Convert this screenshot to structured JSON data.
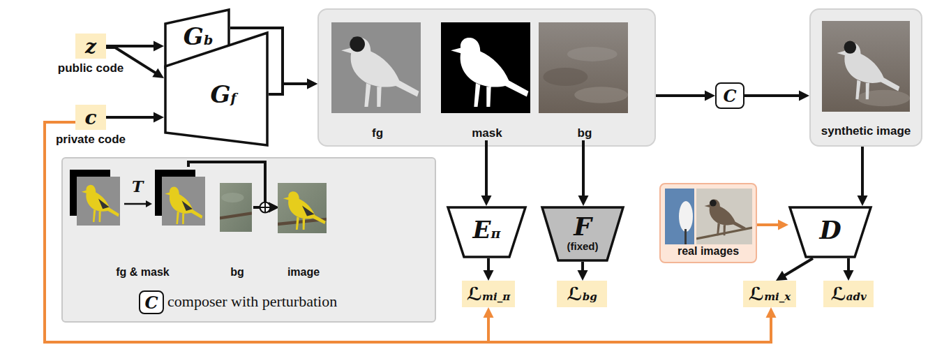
{
  "diagram": {
    "nodes": [
      {
        "text": [
          "z",
          "public code"
        ]
      },
      {
        "text": [
          "c",
          "private code"
        ]
      },
      {
        "text": [
          "Gb"
        ]
      },
      {
        "text": [
          "Gf"
        ]
      },
      {
        "text": []
      },
      {
        "text": [
          "fg"
        ],
        "in": 4
      },
      {
        "text": [
          "mask"
        ],
        "in": 4
      },
      {
        "text": [
          "bg"
        ],
        "in": 4
      },
      {
        "text": [
          "C"
        ]
      },
      {
        "text": [
          "synthetic image"
        ]
      },
      {
        "text": [
          "composer with perturbation"
        ]
      },
      {
        "text": [
          "fg & mask"
        ],
        "in": 10
      },
      {
        "text": [
          "bg"
        ],
        "in": 10
      },
      {
        "text": [
          "image"
        ],
        "in": 10
      },
      {
        "text": [
          "C"
        ],
        "in": 10
      },
      {
        "text": [
          "Eπ"
        ]
      },
      {
        "text": [
          "F",
          "(fixed)"
        ]
      },
      {
        "text": [
          "ℒmi_π"
        ]
      },
      {
        "text": [
          "ℒbg"
        ]
      },
      {
        "text": [
          "real images"
        ]
      },
      {
        "text": [
          "D"
        ]
      },
      {
        "text": [
          "ℒmi_x"
        ]
      },
      {
        "text": [
          "ℒadv"
        ]
      }
    ],
    "edges": [
      {
        "from": 0,
        "to": 2,
        "arrow": "to"
      },
      {
        "from": 0,
        "to": 3,
        "arrow": "to"
      },
      {
        "from": 1,
        "to": 3,
        "arrow": "to"
      },
      {
        "from": 2,
        "to": 4,
        "arrow": "to"
      },
      {
        "from": 3,
        "to": 4,
        "arrow": "to"
      },
      {
        "from": 4,
        "to": 8,
        "arrow": "to"
      },
      {
        "from": 8,
        "to": 9,
        "arrow": "to"
      },
      {
        "from": 11,
        "to": 13,
        "arrow": "to"
      },
      {
        "from": 12,
        "to": 13,
        "arrow": "to"
      },
      {
        "from": 6,
        "to": 15,
        "arrow": "to"
      },
      {
        "from": 7,
        "to": 16,
        "arrow": "to"
      },
      {
        "from": 15,
        "to": 17,
        "arrow": "to"
      },
      {
        "from": 16,
        "to": 18,
        "arrow": "to"
      },
      {
        "from": 9,
        "to": 20,
        "arrow": "to"
      },
      {
        "from": 19,
        "to": 20,
        "arrow": "to"
      },
      {
        "from": 20,
        "to": 21,
        "arrow": "to"
      },
      {
        "from": 20,
        "to": 22,
        "arrow": "to"
      },
      {
        "from": 1,
        "to": 17,
        "arrow": "to"
      },
      {
        "from": 1,
        "to": 21,
        "arrow": "to"
      }
    ],
    "labels": [
      "T"
    ]
  }
}
